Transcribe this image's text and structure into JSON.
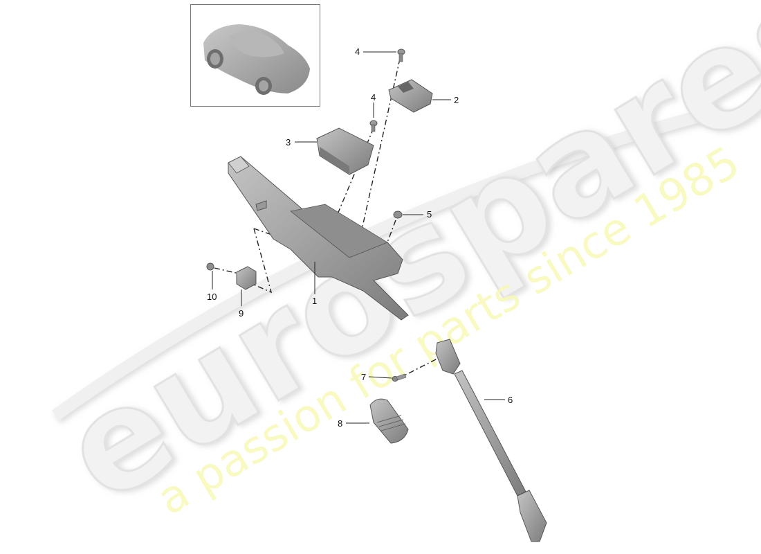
{
  "diagram": {
    "type": "exploded parts diagram",
    "subject": "steering column assembly",
    "thumbnail": {
      "description": "vehicle overview",
      "icon": "car-icon"
    },
    "callouts": [
      {
        "id": "1",
        "label": "1",
        "part": "steering column"
      },
      {
        "id": "2",
        "label": "2",
        "part": "control module"
      },
      {
        "id": "3",
        "label": "3",
        "part": "lock module"
      },
      {
        "id": "4a",
        "label": "4",
        "part": "screw"
      },
      {
        "id": "4b",
        "label": "4",
        "part": "screw"
      },
      {
        "id": "5",
        "label": "5",
        "part": "nut"
      },
      {
        "id": "6",
        "label": "6",
        "part": "intermediate steering shaft"
      },
      {
        "id": "7",
        "label": "7",
        "part": "bolt"
      },
      {
        "id": "8",
        "label": "8",
        "part": "boot / grommet"
      },
      {
        "id": "9",
        "label": "9",
        "part": "bracket clip"
      },
      {
        "id": "10",
        "label": "10",
        "part": "screw"
      }
    ]
  },
  "watermark": {
    "brand": "eurospares",
    "tagline": "a passion for parts since 1985",
    "brand_color": "#e8e8e8",
    "tagline_color": "#f7f7b0"
  }
}
